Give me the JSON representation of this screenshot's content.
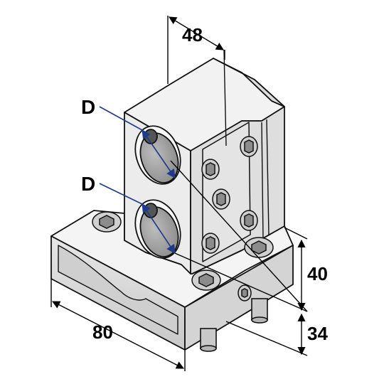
{
  "labels": {
    "d_upper": "D",
    "d_lower": "D",
    "dim_width": "48",
    "dim_length": "80",
    "dim_height_upper": "40",
    "dim_height_lower": "34"
  },
  "colors": {
    "body_light": "#f2f2f2",
    "body_mid": "#dcdcdc",
    "body_dark": "#c4c4c4",
    "body_shadow": "#a8a8a8",
    "outline": "#111111",
    "diameter_arrow": "#1f3a8a",
    "dimension_line": "#000000"
  },
  "icons": {
    "socket_head_screw": "hex-socket-screw-icon",
    "bore": "bore-hole-icon"
  }
}
